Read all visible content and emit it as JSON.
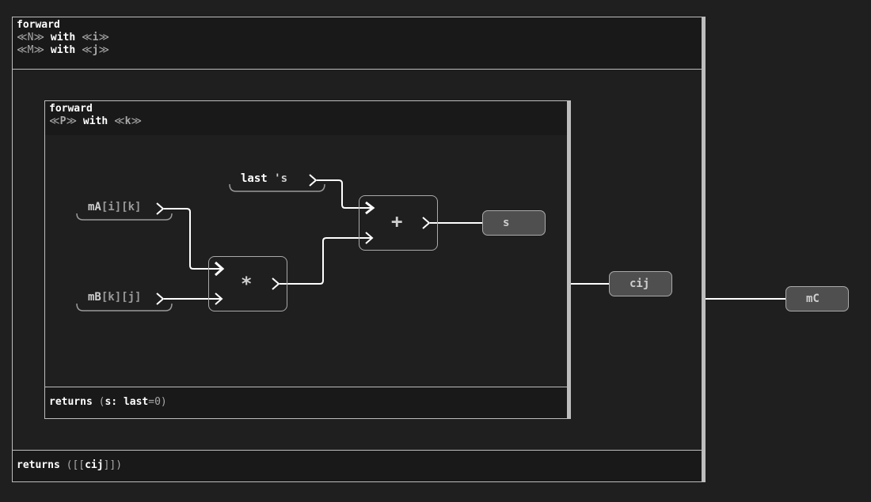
{
  "outer_block": {
    "keyword": "forward",
    "loops": [
      {
        "dim": "N",
        "with": "with",
        "var": "i"
      },
      {
        "dim": "M",
        "with": "with",
        "var": "j"
      }
    ],
    "returns_keyword": "returns",
    "returns_open": "([[",
    "returns_value": "cij",
    "returns_close": "]])"
  },
  "inner_block": {
    "keyword": "forward",
    "loops": [
      {
        "dim": "P",
        "with": "with",
        "var": "k"
      }
    ],
    "returns_keyword": "returns",
    "returns_open": "(",
    "returns_name": "s",
    "returns_colon": ":",
    "returns_last": "last",
    "returns_eq": "=",
    "returns_default": "0",
    "returns_close": ")"
  },
  "inputs": [
    {
      "name": "mA",
      "idx": "[i][k]"
    },
    {
      "name": "mB",
      "idx": "[k][j]"
    },
    {
      "name": "last",
      "idx": "'s"
    }
  ],
  "operators": {
    "multiply": "*",
    "add": "+"
  },
  "outputs": {
    "s": "s",
    "cij": "cij",
    "mC": "mC"
  },
  "symbols": {
    "open_guillemet": "≪",
    "close_guillemet": "≫"
  },
  "colors": {
    "background": "#1f1f1f",
    "header": "#191919",
    "border": "#bdbdbd",
    "wire": "#ffffff",
    "output_fill": "#4f4f4f",
    "dim_text": "#aaaaaa"
  }
}
